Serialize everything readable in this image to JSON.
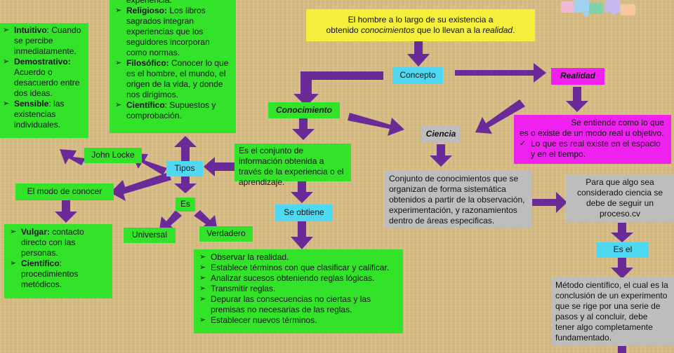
{
  "top_box": {
    "line1": "El hombre a lo largo de su existencia a",
    "line2_pre": "obtenido ",
    "line2_em1": "conocimientos",
    "line2_mid": " que lo llevan a la ",
    "line2_em2": "realidad",
    "line2_post": "."
  },
  "concepto": "Concepto",
  "realidad": "Realidad",
  "conocimiento": "Conocimiento",
  "ciencia": "Ciencia",
  "realidad_def": {
    "line1": "Se entiende como lo que",
    "line2": "es o existe de un modo real u objetivo.",
    "item": "Lo que es real existe en el espacio y en el tiempo."
  },
  "conocimiento_def": "Es el conjunto de información obtenida a través de la experiencia o el aprendizaje.",
  "ciencia_def": "Conjunto de conocimientos que se organizan de forma sistemática obtenidos a partir de la observación, experimentación, y razonamientos dentro de áreas especificas.",
  "proceso_box": "Para que algo sea considerado ciencia se debe de seguir un proceso.cv",
  "es_el": "Es el",
  "metodo_box": "Método científico, el cual es la conclusión de un experimento que se rige por una serie de pasos y al concluir, debe tener algo completamente fundamentado.",
  "se_obtiene": "Se obtiene",
  "obtiene_list": [
    "Observar la realidad.",
    "Establece términos con que clasificar y calificar.",
    "Analizar sucesos obteniendo reglas lógicas.",
    "Transmitir reglas.",
    "Depurar las consecuencias no ciertas y las premisas no necesarias de las reglas.",
    "Establecer nuevos términos."
  ],
  "tipos": "Tipos",
  "es": "Es",
  "universal": "Universal",
  "verdadero": "Verdadero",
  "john_locke": "John Locke",
  "modo_conocer": "El modo de conocer",
  "locke_list": [
    {
      "term": "Intuitivo",
      "sep": ": ",
      "desc": "Cuando se percibe inmediatamente."
    },
    {
      "term": "Demostrativo:",
      "sep": " ",
      "desc": "Acuerdo o desacuerdo entre dos ideas."
    },
    {
      "term": "Sensible",
      "sep": ": ",
      "desc": "las existencias individuales."
    }
  ],
  "modo_list": [
    {
      "term": "Vulgar:",
      "sep": " ",
      "desc": "contacto directo con las personas."
    },
    {
      "term": "Científico",
      "sep": ": ",
      "desc": "procedimientos metódicos."
    }
  ],
  "tipos_list": {
    "first": "experiencia.",
    "items": [
      {
        "term": "Religioso:",
        "sep": " ",
        "desc": "Los libros sagrados integran experiencias que los seguidores incorporan como normas."
      },
      {
        "term": "Filosófico:",
        "sep": " ",
        "desc": "Conocer lo que es el hombre, el mundo, el origen de la vida, y donde nos dirigimos."
      },
      {
        "term": "Científico",
        "sep": ": ",
        "desc": "Supuestos y comprobación."
      }
    ]
  },
  "colors": {
    "arrow": "#6a2a97",
    "green": "#33e32a",
    "cyan": "#4fd8f2",
    "gray": "#bdbdbd",
    "magenta": "#ee21ee",
    "yellow": "#f4ef3a"
  }
}
